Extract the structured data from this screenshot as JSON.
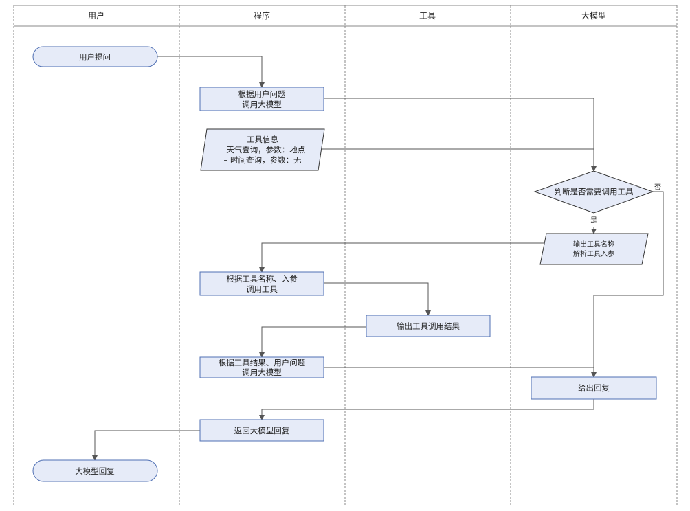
{
  "lanes": [
    "用户",
    "程序",
    "工具",
    "大模型"
  ],
  "nodes": {
    "user_question": "用户提问",
    "call_llm_1": [
      "根据用户问题",
      "调用大模型"
    ],
    "tool_info": [
      "工具信息",
      "– 天气查询，参数：地点",
      "– 时间查询，参数：无"
    ],
    "judge": "判断是否需要调用工具",
    "output_tool": [
      "输出工具名称",
      "解析工具入参"
    ],
    "call_tool": [
      "根据工具名称、入参",
      "调用工具"
    ],
    "tool_result": "输出工具调用结果",
    "call_llm_2": [
      "根据工具结果、用户问题",
      "调用大模型"
    ],
    "give_reply": "给出回复",
    "return_reply": "返回大模型回复",
    "llm_reply": "大模型回复"
  },
  "edge_labels": {
    "yes": "是",
    "no": "否"
  }
}
